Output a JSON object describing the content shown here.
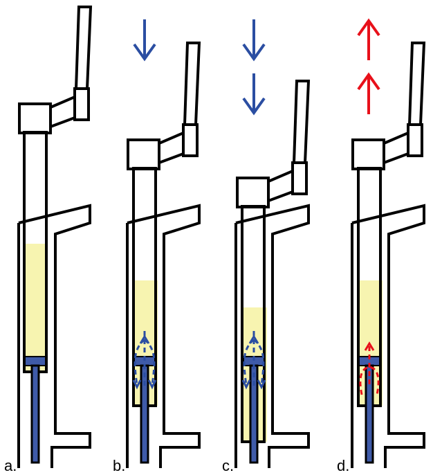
{
  "colors": {
    "outline": "#000000",
    "fluid": "#f7f4b0",
    "rod": "#3f5ba9",
    "compression_arrow": "#2b4ea2",
    "rebound_arrow": "#e8101a"
  },
  "panels": [
    {
      "label": "a.",
      "motion": "none",
      "flow": "none"
    },
    {
      "label": "b.",
      "motion": "down",
      "flow": "compression",
      "fluid_level": "lowered"
    },
    {
      "label": "c.",
      "motion": "down",
      "flow": "compression",
      "fluid_level": "lowest"
    },
    {
      "label": "d.",
      "motion": "up",
      "flow": "rebound",
      "fluid_level": "lowered"
    }
  ],
  "icons": {
    "compression_arrow": "down-arrow-icon",
    "rebound_arrow": "up-arrow-icon"
  }
}
